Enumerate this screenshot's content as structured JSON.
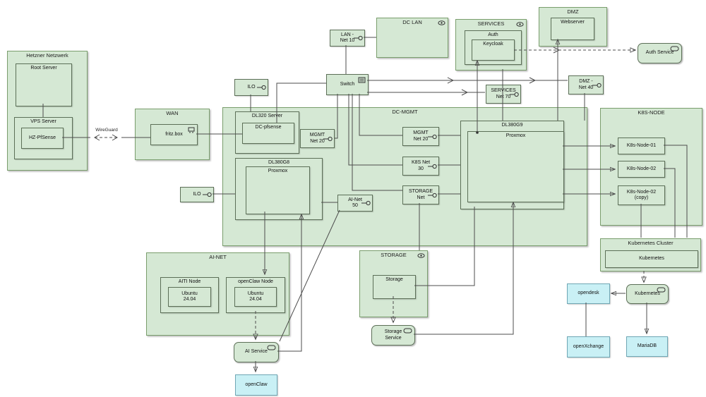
{
  "colors": {
    "node_fill": "#d5e8d4",
    "node_border": "#82b366",
    "app_fill": "#c9f0f5",
    "edge": "#4d4d4d"
  },
  "edge_labels": {
    "wireguard": "WireGuard"
  },
  "hetzner": {
    "title": "Hetzner Netzwerk",
    "root_server": "Root Server",
    "vps_server": "VPS Server",
    "hz_pfsense": "HZ-PfSense"
  },
  "wan": {
    "title": "WAN",
    "fritzbox": "fritz.box"
  },
  "dc_lan": {
    "title": "DC LAN"
  },
  "lan_net": {
    "label": "LAN - Net 10"
  },
  "switch": {
    "label": "Switch"
  },
  "ilo_top": {
    "label": "ILO"
  },
  "ilo_left": {
    "label": "ILO"
  },
  "services_group": {
    "title": "SERVICES",
    "auth": "Auth",
    "keycloak": "Keycloak"
  },
  "dmz": {
    "title": "DMZ",
    "webserver": "Webserver"
  },
  "auth_service": {
    "label": "Auth Service"
  },
  "service_net": {
    "label": "SERVICES Net 70"
  },
  "dmz_net": {
    "label": "DMZ - Net 40"
  },
  "dc_mgmt": {
    "title": "DC-MGMT",
    "dl320": "DL320 Server",
    "dc_pfsense": "DC-pfsense",
    "mgmt_net_a": "MGMT Net 20",
    "mgmt_net_b": "MGMT Net 20",
    "k8s_net": "K8S Net 30",
    "storage_net": "STORAGE Net",
    "ai_net": "AI-Net 50",
    "dl380g8": "DL380G8",
    "proxmox_g8": "Proxmox",
    "dl380g9": "DL380G9",
    "proxmox_g9": "Proxmox"
  },
  "k8s_node_group": {
    "title": "K8S-NODE",
    "node1": "K8s-Node-01",
    "node2": "K8s-Node-02",
    "node2_copy": "K8s-Node-02 (copy)"
  },
  "k8s_cluster": {
    "title": "Kubernetes Cluster",
    "kubernetes": "Kubernetes"
  },
  "ai_net_group": {
    "title": "AI-NET",
    "aiti_node": "AITI Node",
    "aiti_os": "Ubuntu 24.04",
    "openclaw_node": "openClaw Node",
    "openclaw_os": "Ubuntu 24.04"
  },
  "storage_group": {
    "title": "STORAGE",
    "storage": "Storage"
  },
  "rounded_services": {
    "ai_service": "AI Service",
    "storage_service": "Storage Service",
    "kubernetes_service": "Kubernetes"
  },
  "apps": {
    "opendesk": "opendesk",
    "openxchange": "openXchange",
    "mariadb": "MariaDB",
    "openclaw": "openClaw"
  }
}
